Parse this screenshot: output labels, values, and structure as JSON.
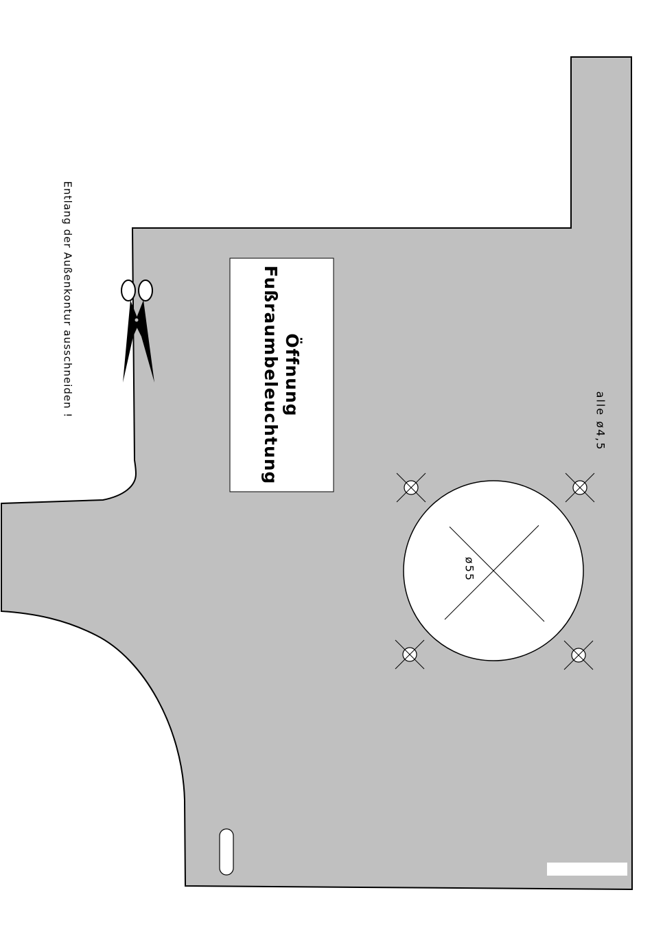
{
  "template": {
    "label_title_line1": "Öffnung",
    "label_title_line2": "Fußraumbeleuchtung",
    "hole_note": "alle ø4,5",
    "main_hole_label": "ø55",
    "cut_instruction": "Entlang der Außenkontur ausschneiden !"
  },
  "colors": {
    "template_fill": "#c0c0c0",
    "outline": "#000000",
    "hole_fill": "#ffffff",
    "background": "#ffffff"
  },
  "icons": {
    "cut_marker": "scissors-icon"
  }
}
